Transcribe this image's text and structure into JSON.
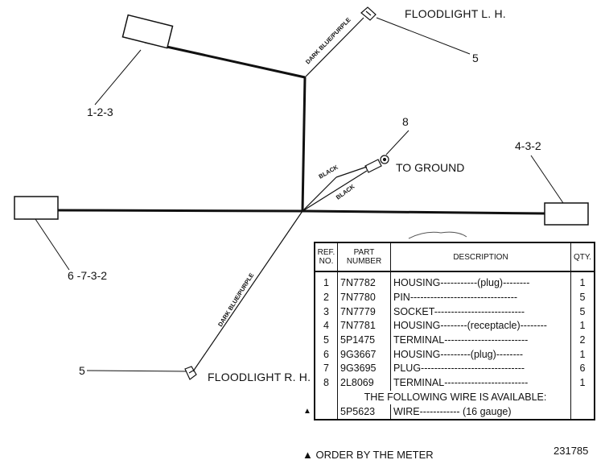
{
  "labels": {
    "floodlight_lh": "FLOODLIGHT L. H.",
    "floodlight_rh": "FLOODLIGHT R. H.",
    "ref_123": "1-2-3",
    "ref_432": "4-3-2",
    "ref_6732": "6 -7-3-2",
    "ref_5_top": "5",
    "ref_5_bottom": "5",
    "ref_8": "8",
    "to_ground": "TO GROUND"
  },
  "wire_labels": {
    "upper": "DARK BLUE/PURPLE",
    "lower": "DARK BLUE/PURPLE",
    "black1": "BLACK",
    "black2": "BLACK"
  },
  "parts_table": {
    "headers": {
      "ref": "REF. NO.",
      "part": "PART NUMBER",
      "desc": "DESCRIPTION",
      "qty": "QTY."
    },
    "rows": [
      {
        "ref": "1",
        "part": "7N7782",
        "desc": "HOUSING-----------(plug)--------",
        "qty": "1"
      },
      {
        "ref": "2",
        "part": "7N7780",
        "desc": "PIN--------------------------------",
        "qty": "5"
      },
      {
        "ref": "3",
        "part": "7N7779",
        "desc": "SOCKET---------------------------",
        "qty": "5"
      },
      {
        "ref": "4",
        "part": "7N7781",
        "desc": "HOUSING--------(receptacle)--------",
        "qty": "1"
      },
      {
        "ref": "5",
        "part": "5P1475",
        "desc": "TERMINAL-------------------------",
        "qty": "2"
      },
      {
        "ref": "6",
        "part": "9G3667",
        "desc": "HOUSING---------(plug)--------",
        "qty": "1"
      },
      {
        "ref": "7",
        "part": "9G3695",
        "desc": "PLUG-------------------------------",
        "qty": "6"
      },
      {
        "ref": "8",
        "part": "2L8069",
        "desc": "TERMINAL-------------------------",
        "qty": "1"
      }
    ],
    "note": "THE FOLLOWING WIRE IS AVAILABLE:",
    "wire_row": {
      "mark": "▲",
      "part": "5P5623",
      "desc": "WIRE------------ (16 gauge)",
      "qty": ""
    }
  },
  "footer": {
    "note": "▲ ORDER BY THE METER",
    "figure_number": "231785"
  }
}
